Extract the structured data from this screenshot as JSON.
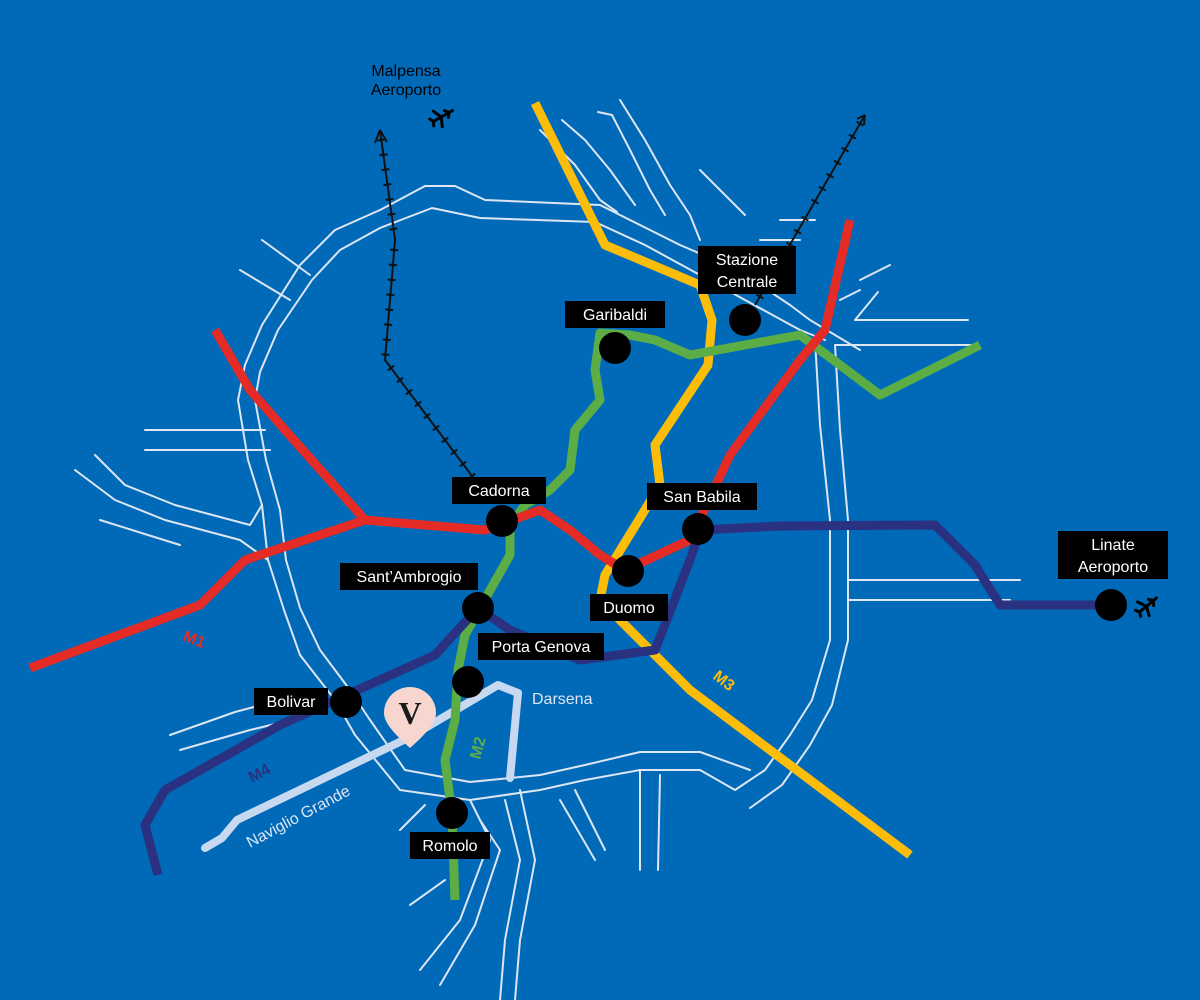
{
  "colors": {
    "background": "#006ab9",
    "roads": "#dde6f2",
    "water": "#c7d9f0",
    "station": "#000000",
    "label_box": "#000000",
    "label_text": "#ffffff",
    "marker": "#f7d6cf",
    "marker_letter": "#1a1a1a"
  },
  "lines": {
    "m1": {
      "name": "M1",
      "color": "#e52b25"
    },
    "m2": {
      "name": "M2",
      "color": "#5cad46"
    },
    "m3": {
      "name": "M3",
      "color": "#fbbd09"
    },
    "m4": {
      "name": "M4",
      "color": "#2a3180"
    }
  },
  "stations": {
    "stazione_centrale": [
      "Stazione",
      "Centrale"
    ],
    "garibaldi": "Garibaldi",
    "cadorna": "Cadorna",
    "san_babila": "San Babila",
    "santambrogio": "Sant’Ambrogio",
    "duomo": "Duomo",
    "porta_genova": "Porta Genova",
    "bolivar": "Bolivar",
    "romolo": "Romolo",
    "linate": [
      "Linate",
      "Aeroporto"
    ]
  },
  "places": {
    "malpensa": [
      "Malpensa",
      "Aeroporto"
    ],
    "darsena": "Darsena",
    "naviglio_grande": "Naviglio Grande"
  },
  "icons": {
    "airport": "airplane-icon",
    "location_marker": "v-pin-icon"
  },
  "marker_letter": "V"
}
